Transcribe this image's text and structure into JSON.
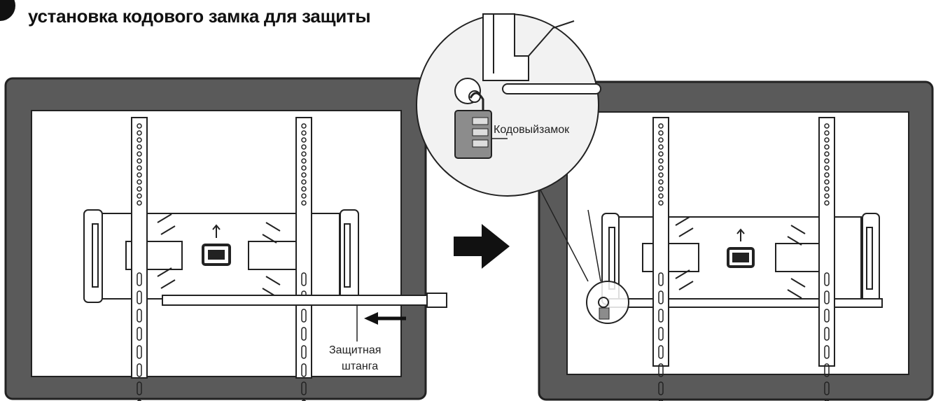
{
  "title": "установка кодового замка для защиты",
  "labels": {
    "lock": "Кодовыйзамок",
    "bar_line1": "Защитная",
    "bar_line2": "штанга"
  },
  "colors": {
    "tv_frame": "#5a5a5a",
    "screen": "#ffffff",
    "line": "#222222",
    "lock": "#8c8c8c"
  }
}
